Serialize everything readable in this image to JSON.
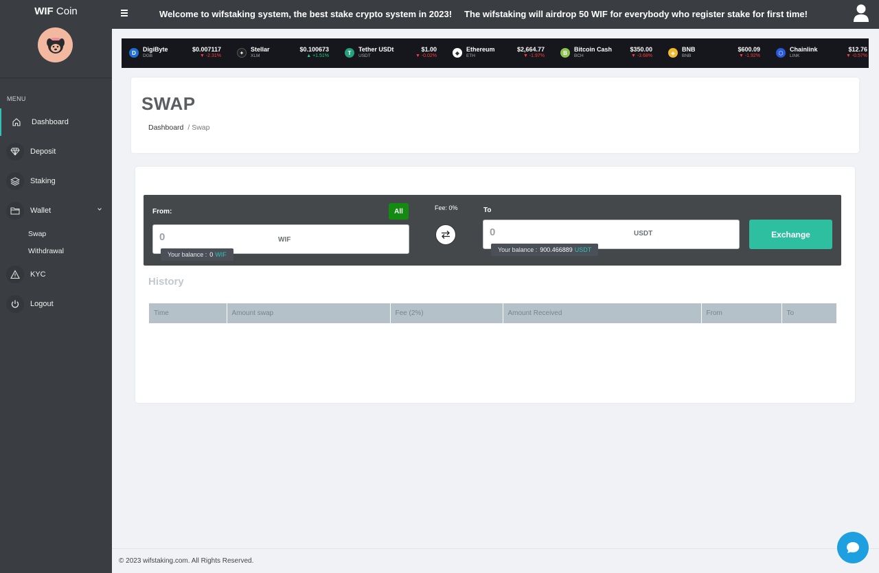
{
  "brand": {
    "name_bold": "WIF",
    "name_rest": " Coin"
  },
  "sidebar": {
    "menu_caption": "MENU",
    "items": [
      {
        "label": "Dashboard",
        "icon": "home-icon"
      },
      {
        "label": "Deposit",
        "icon": "diamond-icon"
      },
      {
        "label": "Staking",
        "icon": "layers-icon"
      },
      {
        "label": "Wallet",
        "icon": "folder-icon"
      },
      {
        "label": "KYC",
        "icon": "warning-icon"
      },
      {
        "label": "Logout",
        "icon": "power-icon"
      }
    ],
    "wallet_sub": [
      {
        "label": "Swap"
      },
      {
        "label": "Withdrawal"
      }
    ]
  },
  "header": {
    "marquee": "Welcome to wifstaking system, the best stake crypto system in 2023!     The wifstaking will airdrop 50 WIF for everybody who register stake for first time!"
  },
  "ticker": [
    {
      "name": "DigiByte",
      "symbol": "DGB",
      "price": "$0.007117",
      "change": "-2.31%",
      "dir": "down",
      "color": "#1f6fd6",
      "glyph": "D"
    },
    {
      "name": "Stellar",
      "symbol": "XLM",
      "price": "$0.100673",
      "change": "+1.51%",
      "dir": "up",
      "color": "#222222",
      "glyph": "✦"
    },
    {
      "name": "Tether USDt",
      "symbol": "USDT",
      "price": "$1.00",
      "change": "-0.02%",
      "dir": "down",
      "color": "#26a17b",
      "glyph": "T"
    },
    {
      "name": "Ethereum",
      "symbol": "ETH",
      "price": "$2,664.77",
      "change": "-1.97%",
      "dir": "down",
      "color": "#3c3c3d",
      "glyph": "◆"
    },
    {
      "name": "Bitcoin Cash",
      "symbol": "BCH",
      "price": "$350.00",
      "change": "-3.68%",
      "dir": "down",
      "color": "#8dc351",
      "glyph": "B"
    },
    {
      "name": "BNB",
      "symbol": "BNB",
      "price": "$600.09",
      "change": "-1.92%",
      "dir": "down",
      "color": "#f3ba2f",
      "glyph": "◈"
    },
    {
      "name": "Chainlink",
      "symbol": "LINK",
      "price": "$12.76",
      "change": "-0.57%",
      "dir": "down",
      "color": "#2a5ada",
      "glyph": "⬡"
    }
  ],
  "page": {
    "title": "SWAP",
    "breadcrumb_home": "Dashboard",
    "breadcrumb_current": "/ Swap"
  },
  "swap": {
    "from_label": "From:",
    "all_label": "All",
    "fee_label": "Fee: 0%",
    "to_label": "To",
    "from_value": "0",
    "from_unit": "WIF",
    "from_balance_label": "Your balance :",
    "from_balance_amount": "0",
    "from_balance_unit": "WIF",
    "to_value": "0",
    "to_unit": "USDT",
    "to_balance_label": "Your balance :",
    "to_balance_amount": "900.466889",
    "to_balance_unit": "USDT",
    "exchange_label": "Exchange"
  },
  "history": {
    "title": "History",
    "columns": [
      "Time",
      "Amount swap",
      "Fee (2%)",
      "Amount Received",
      "From",
      "To"
    ]
  },
  "footer": {
    "copyright": "© 2023 wifstaking.com. All Rights Reserved."
  },
  "colors": {
    "accent": "#2ebfa0",
    "sidebar": "#3a3d41",
    "all_button": "#138a10",
    "chat": "#1ea0e0"
  }
}
